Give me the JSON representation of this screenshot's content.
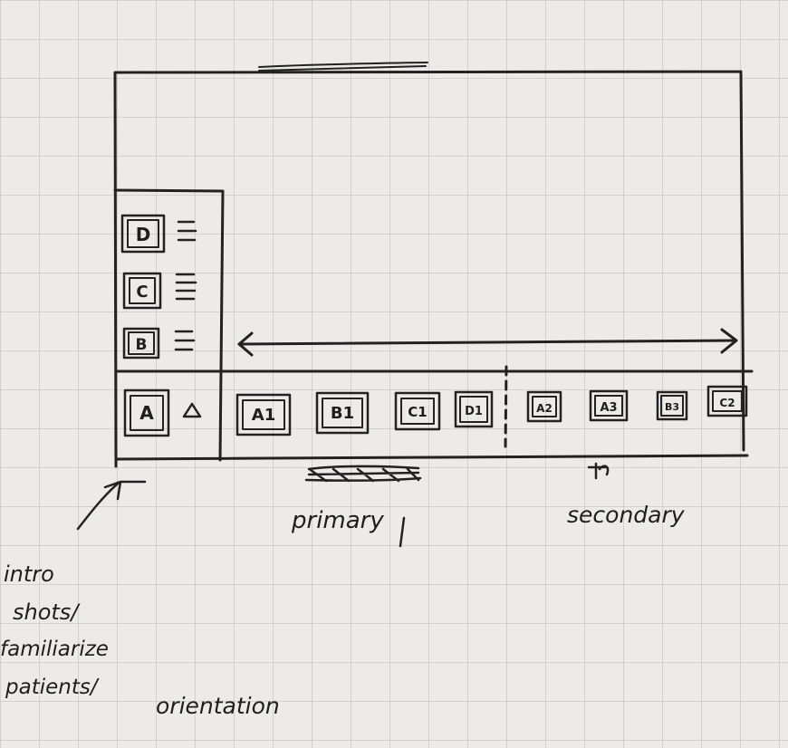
{
  "sidebar": {
    "items": [
      {
        "label": "D",
        "menu_icon": "hamburger-menu-icon"
      },
      {
        "label": "C",
        "menu_icon": "hamburger-menu-icon"
      },
      {
        "label": "B",
        "menu_icon": "hamburger-menu-icon"
      }
    ],
    "selected": {
      "label": "A",
      "toggle_icon": "triangle-up-icon"
    }
  },
  "carousel": {
    "scroll_indicator_icon": "double-arrow-icon",
    "primary_thumbs": [
      "A1",
      "B1",
      "C1",
      "D1"
    ],
    "secondary_thumbs": [
      "A2",
      "A3",
      "B3",
      "C2"
    ]
  },
  "annotations": {
    "primary_label": "primary",
    "secondary_label": "secondary",
    "note_lines": [
      "intro",
      "shots/",
      "familiarize",
      "patients/",
      "orientation"
    ],
    "note_icon": "pointer-arrow-icon"
  }
}
